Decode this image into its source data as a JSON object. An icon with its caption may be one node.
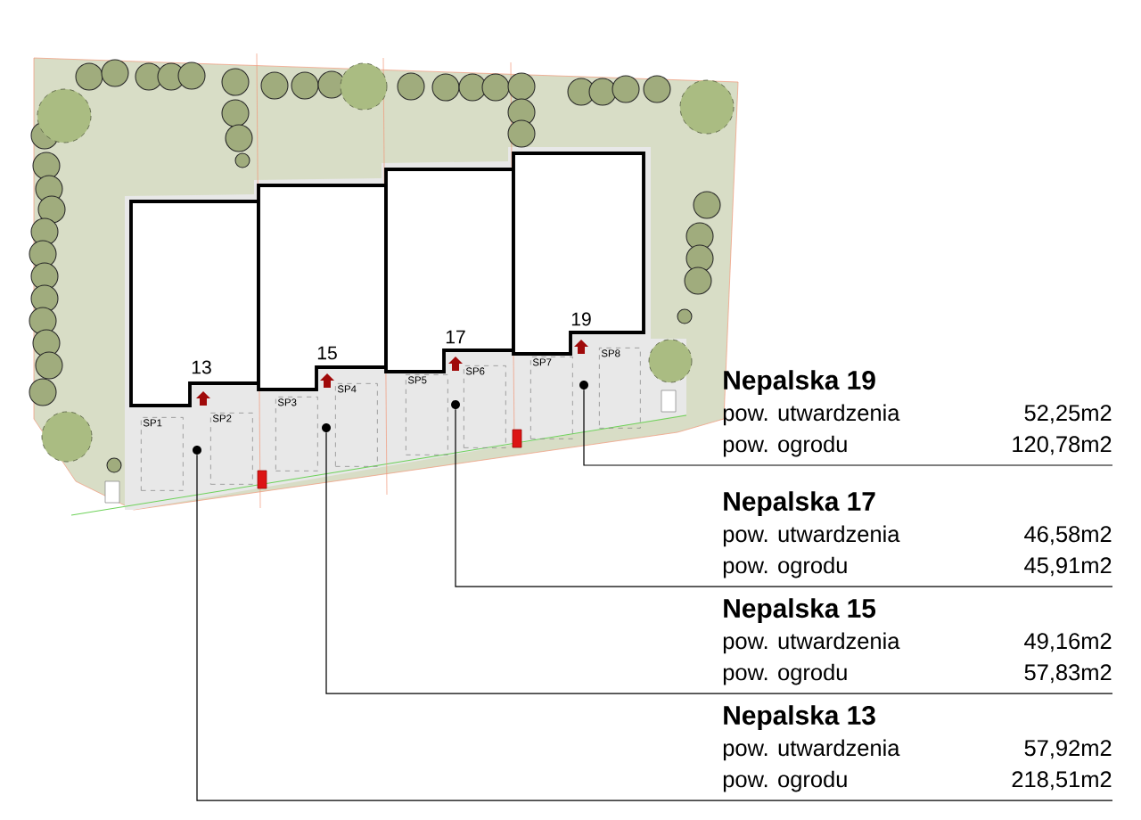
{
  "diagram": {
    "nodes": [
      {
        "text": [
          "13"
        ]
      },
      {
        "text": [
          "15"
        ]
      },
      {
        "text": [
          "17"
        ]
      },
      {
        "text": [
          "19"
        ]
      },
      {
        "text": [
          "SP1"
        ]
      },
      {
        "text": [
          "SP2"
        ]
      },
      {
        "text": [
          "SP3"
        ]
      },
      {
        "text": [
          "SP4"
        ]
      },
      {
        "text": [
          "SP5"
        ]
      },
      {
        "text": [
          "SP6"
        ]
      },
      {
        "text": [
          "SP7"
        ]
      },
      {
        "text": [
          "SP8"
        ]
      },
      {
        "text": [],
        "shape": "circle"
      },
      {
        "text": [],
        "shape": "circle"
      },
      {
        "text": [],
        "shape": "circle"
      },
      {
        "text": [],
        "shape": "circle"
      },
      {
        "text": [
          "Nepalska 19",
          "pow. utwardzenia",
          "52,25m2",
          "pow. ogrodu",
          "120,78m2"
        ]
      },
      {
        "text": [
          "Nepalska 17",
          "pow. utwardzenia",
          "46,58m2",
          "pow. ogrodu",
          "45,91m2"
        ]
      },
      {
        "text": [
          "Nepalska 15",
          "pow. utwardzenia",
          "49,16m2",
          "pow. ogrodu",
          "57,83m2"
        ]
      },
      {
        "text": [
          "Nepalska 13",
          "pow. utwardzenia",
          "57,92m2",
          "pow. ogrodu",
          "218,51m2"
        ]
      }
    ],
    "edges": [
      {
        "from": 16,
        "to": 15,
        "arrow": "none"
      },
      {
        "from": 17,
        "to": 14,
        "arrow": "none"
      },
      {
        "from": 18,
        "to": 13,
        "arrow": "none"
      },
      {
        "from": 19,
        "to": 12,
        "arrow": "none"
      }
    ]
  }
}
